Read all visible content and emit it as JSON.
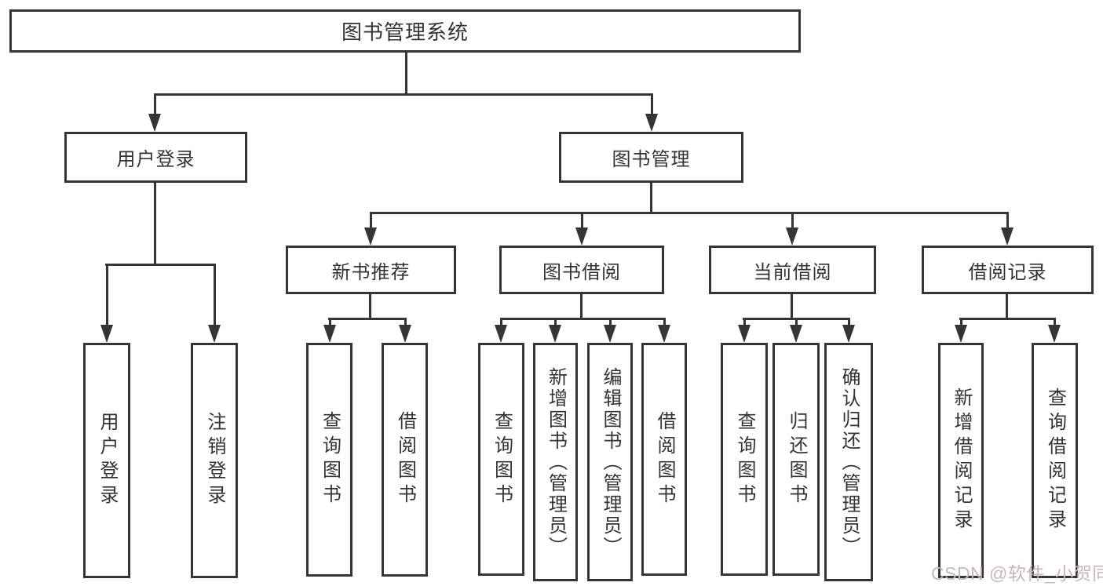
{
  "title": {
    "label": "图书管理系统"
  },
  "branches": {
    "user": {
      "label": "用户登录"
    },
    "book": {
      "label": "图书管理"
    }
  },
  "user_children": [
    {
      "label": "用户登录"
    },
    {
      "label": "注销登录"
    }
  ],
  "sections": [
    {
      "label": "新书推荐",
      "children": [
        {
          "label": "查询图书"
        },
        {
          "label": "借阅图书"
        }
      ]
    },
    {
      "label": "图书借阅",
      "children": [
        {
          "label": "查询图书"
        },
        {
          "label": "新增图书（管理员）"
        },
        {
          "label": "编辑图书（管理员）"
        },
        {
          "label": "借阅图书"
        }
      ]
    },
    {
      "label": "当前借阅",
      "children": [
        {
          "label": "查询图书"
        },
        {
          "label": "归还图书"
        },
        {
          "label": "确认归还（管理员）"
        }
      ]
    },
    {
      "label": "借阅记录",
      "children": [
        {
          "label": "新增借阅记录"
        },
        {
          "label": "查询借阅记录"
        }
      ]
    }
  ],
  "watermark": {
    "label": "CSDN @软件_小贺同学"
  },
  "colors": {
    "line": "#353535",
    "text": "#333333",
    "background": "#ffffff",
    "watermark": "#c9b6ba"
  }
}
